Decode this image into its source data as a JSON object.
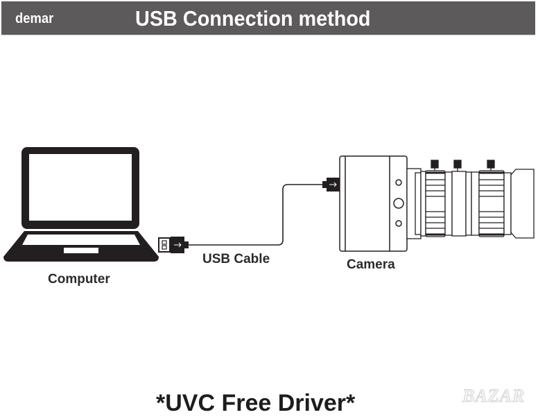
{
  "header": {
    "brand": "demar",
    "title": "USB Connection method",
    "background_color": "#5c5a5a"
  },
  "diagram": {
    "nodes": [
      {
        "id": "computer",
        "label": "Computer",
        "icon": "laptop-icon"
      },
      {
        "id": "cable",
        "label": "USB Cable",
        "icon": "usb-cable-icon"
      },
      {
        "id": "camera",
        "label": "Camera",
        "icon": "camera-with-lens-icon"
      }
    ],
    "edges": [
      {
        "from": "computer",
        "to": "camera",
        "via": "USB Cable"
      }
    ]
  },
  "footer": {
    "note": "*UVC Free Driver*"
  },
  "watermark": {
    "text": "BAZAR"
  }
}
